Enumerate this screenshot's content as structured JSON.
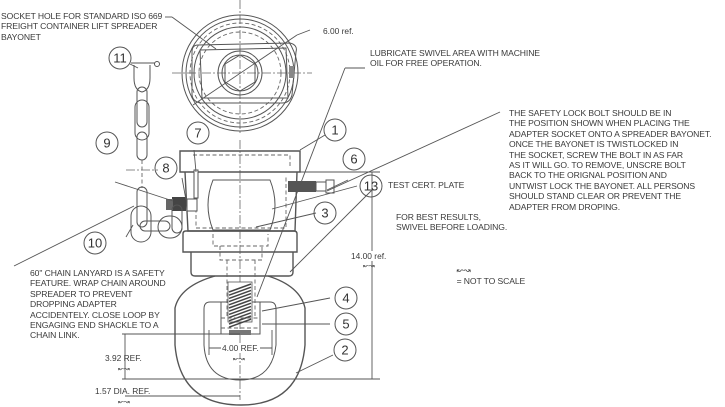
{
  "notes": {
    "socket_hole": "SOCKET HOLE FOR STANDARD ISO 669\nFREIGHT CONTAINER LIFT SPREADER\nBAYONET",
    "lubricate": "LUBRICATE SWIVEL AREA WITH MACHINE\nOIL FOR FREE OPERATION.",
    "safety_lock": "THE SAFETY LOCK BOLT SHOULD BE IN\nTHE POSITION SHOWN WHEN PLACING THE\nADAPTER SOCKET ONTO A SPREADER BAYONET.\nONCE THE BAYONET IS TWISTLOCKED IN\nTHE SOCKET, SCREW THE BOLT IN AS FAR\nAS IT WILL GO. TO REMOVE, UNSCRE BOLT\nBACK TO THE ORIGNAL POSITION AND\nUNTWIST LOCK THE BAYONET. ALL PERSONS\nSHOULD STAND CLEAR OR PREVENT THE\nADAPTER FROM DROPING.",
    "test_cert": "TEST CERT. PLATE",
    "best_results": "FOR BEST RESULTS,\nSWIVEL BEFORE LOADING.",
    "chain_lanyard": "60\" CHAIN LANYARD IS A SAFETY\nFEATURE. WRAP CHAIN AROUND\nSPREADER TO PREVENT\nDROPPING ADAPTER\nACCIDENTELY. CLOSE LOOP BY\nENGAGING END SHACKLE TO A\nCHAIN LINK.",
    "not_to_scale": "= NOT TO SCALE",
    "not_to_scale_symbol": "↜↝"
  },
  "dimensions": {
    "top_width": "6.00 ref.",
    "overall_height": "14.00 ref.",
    "eye_inner_width": "4.00 REF.",
    "eye_height": "3.92 REF.",
    "pin_dia": "1.57 DIA. REF.",
    "nts_mark": "↜↝"
  },
  "callouts": [
    "1",
    "2",
    "3",
    "4",
    "5",
    "6",
    "7",
    "8",
    "9",
    "10",
    "11",
    "13"
  ]
}
